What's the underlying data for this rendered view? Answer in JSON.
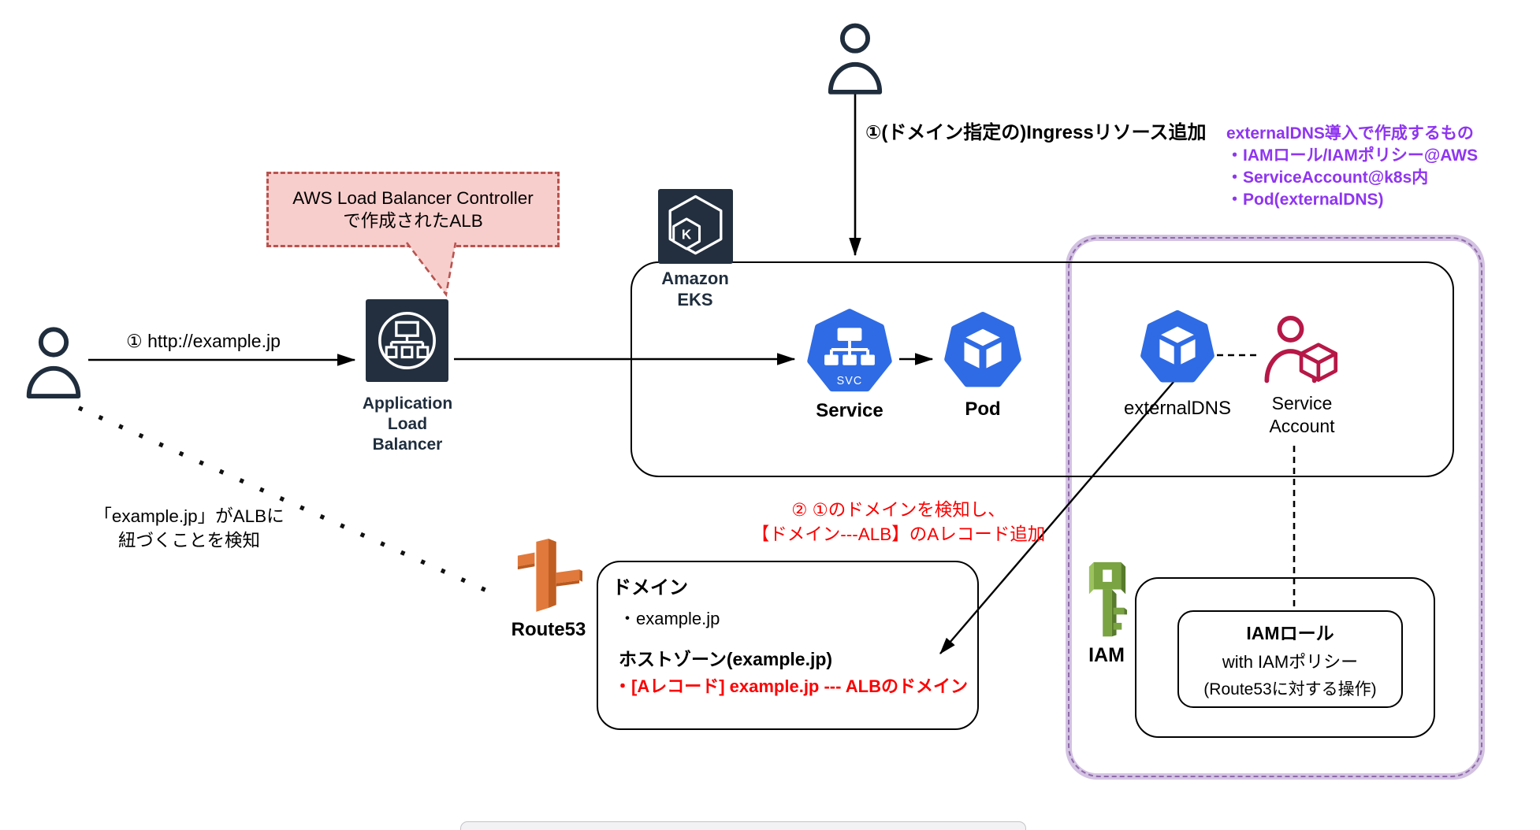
{
  "colors": {
    "aws_navy": "#232F3E",
    "k8s_blue": "#2F6BE4",
    "service_account_crimson": "#B61847",
    "purple_text": "#8F35F0",
    "red_text": "#FA0000",
    "callout_fill": "#F8CECC",
    "callout_border": "#B85450",
    "container_band": "#D3C2E2",
    "container_dash": "#8E6BA8",
    "route53_orange": "#E0793B",
    "iam_green": "#7AA342"
  },
  "labels": {
    "ingress": "①(ドメイン指定の)Ingressリソース追加",
    "http_request": "① http://example.jp",
    "alb": "Application\nLoad\nBalancer",
    "eks": "Amazon\nEKS",
    "service": "Service",
    "svc_badge": "SVC",
    "pod": "Pod",
    "externaldns": "externalDNS",
    "service_account": "Service\nAccount",
    "route53": "Route53",
    "iam": "IAM"
  },
  "callout": {
    "text": "AWS Load Balancer Controller\nで作成されたALB"
  },
  "purple_note": {
    "title": "externalDNS導入で作成するもの",
    "item1": "・IAMロール/IAMポリシー@AWS",
    "item2": "・ServiceAccount@k8s内",
    "item3": "・Pod(externalDNS)"
  },
  "left_note": {
    "text": "「example.jp」がALBに\n紐づくことを検知"
  },
  "red_note": {
    "line1": "② ①のドメインを検知し、",
    "line2": "【ドメイン---ALB】のAレコード追加"
  },
  "route53_box": {
    "domain_heading": "ドメイン",
    "domain_item": "・example.jp",
    "hostzone_heading": "ホストゾーン(example.jp)",
    "a_record": "・[Aレコード] example.jp --- ALBのドメイン"
  },
  "iam_box": {
    "title": "IAMロール",
    "line2": "with IAMポリシー",
    "line3": "(Route53に対する操作)"
  }
}
